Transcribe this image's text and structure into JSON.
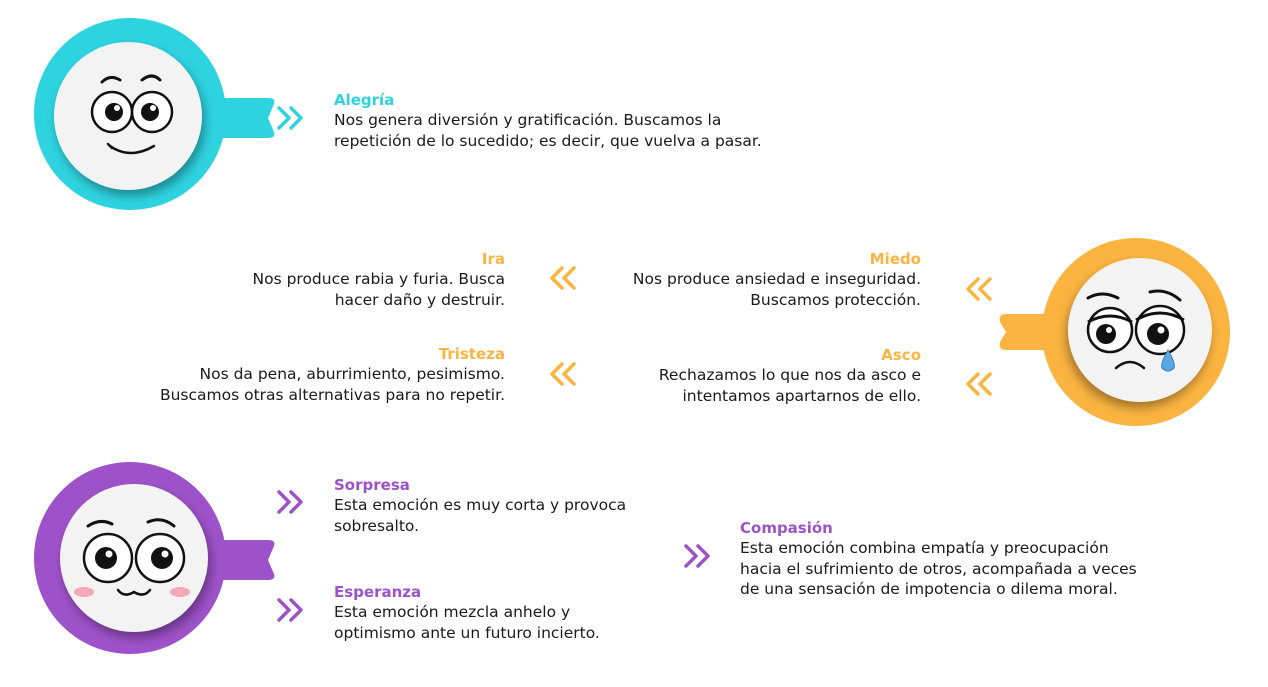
{
  "colors": {
    "joy": "#2ed3e0",
    "sad": "#fbb440",
    "surprise": "#9e52c9",
    "face": "#f3f3f3"
  },
  "faces": [
    {
      "name": "happy-face",
      "color": "cyan"
    },
    {
      "name": "sad-crying-face",
      "color": "orange"
    },
    {
      "name": "surprised-blushing-face",
      "color": "purple"
    }
  ],
  "emotions": {
    "alegria": {
      "title": "Alegría",
      "lines": [
        "Nos genera diversión y gratificación. Buscamos la",
        "repetición de lo sucedido; es decir, que vuelva a pasar."
      ]
    },
    "ira": {
      "title": "Ira",
      "lines": [
        "Nos produce rabia y furia. Busca",
        "hacer daño y destruir."
      ]
    },
    "miedo": {
      "title": "Miedo",
      "lines": [
        "Nos produce ansiedad e inseguridad.",
        "Buscamos protección."
      ]
    },
    "tristeza": {
      "title": "Tristeza",
      "lines": [
        "Nos da pena, aburrimiento, pesimismo.",
        "Buscamos otras alternativas para no repetir."
      ]
    },
    "asco": {
      "title": "Asco",
      "lines": [
        "Rechazamos lo que nos da asco e",
        "intentamos apartarnos de ello."
      ]
    },
    "sorpresa": {
      "title": "Sorpresa",
      "lines": [
        "Esta emoción es muy corta y provoca",
        "sobresalto."
      ]
    },
    "esperanza": {
      "title": "Esperanza",
      "lines": [
        "Esta emoción mezcla anhelo y",
        "optimismo ante un futuro incierto."
      ]
    },
    "compasion": {
      "title": "Compasión",
      "lines": [
        "Esta emoción combina empatía y preocupación",
        "hacia el sufrimiento de otros, acompañada a veces",
        "de una sensación de impotencia o dilema moral."
      ]
    }
  }
}
